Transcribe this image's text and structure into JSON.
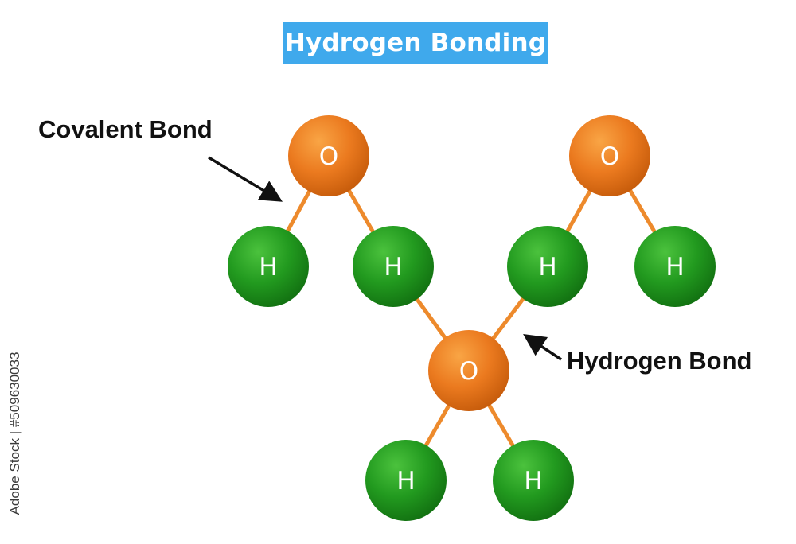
{
  "title": "Hydrogen Bonding",
  "labels": {
    "covalent_bond": "Covalent Bond",
    "hydrogen_bond": "Hydrogen Bond"
  },
  "atoms": {
    "oxygen_symbol": "O",
    "hydrogen_symbol": "H"
  },
  "watermark": {
    "text": "Adobe Stock | #509630033"
  },
  "colors": {
    "title_background": "#3fa9ec",
    "oxygen": "#e9741c",
    "hydrogen": "#22961f",
    "bond": "#ed8a2c",
    "arrow": "#111111"
  }
}
